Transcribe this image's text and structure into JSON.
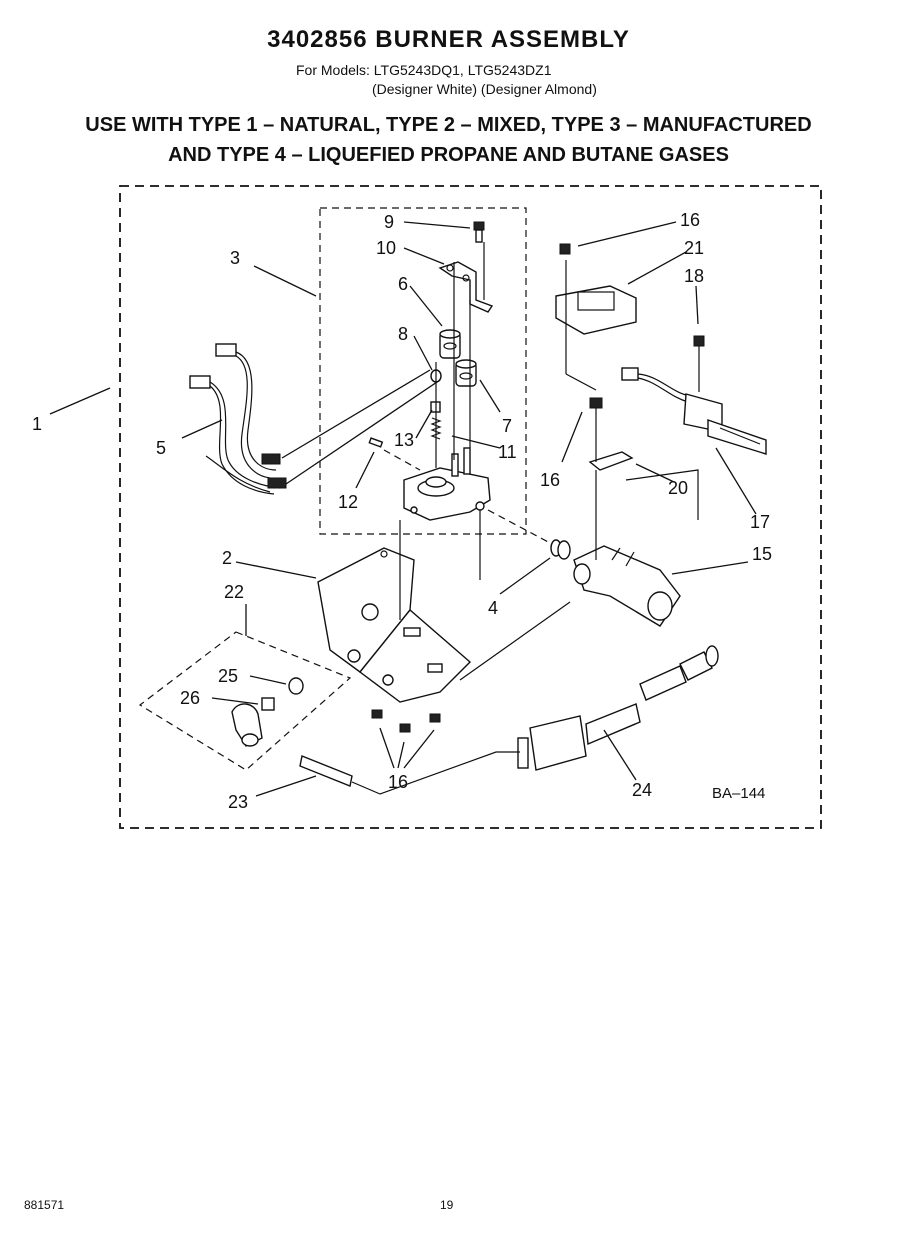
{
  "header": {
    "title": "3402856 BURNER ASSEMBLY",
    "models_line1": "For Models: LTG5243DQ1, LTG5243DZ1",
    "models_line2": "(Designer White) (Designer Almond)",
    "gas_line1": "USE WITH TYPE 1 – NATURAL, TYPE 2 – MIXED, TYPE 3 – MANUFACTURED",
    "gas_line2": "AND TYPE 4 – LIQUEFIED PROPANE AND BUTANE GASES"
  },
  "diagram": {
    "callouts": [
      "1",
      "2",
      "3",
      "4",
      "5",
      "6",
      "7",
      "8",
      "9",
      "10",
      "11",
      "12",
      "13",
      "15",
      "16",
      "16",
      "16",
      "17",
      "18",
      "20",
      "21",
      "22",
      "23",
      "24",
      "25",
      "26"
    ],
    "reference": "BA–144"
  },
  "footer": {
    "doc_number": "881571",
    "page_number": "19"
  }
}
